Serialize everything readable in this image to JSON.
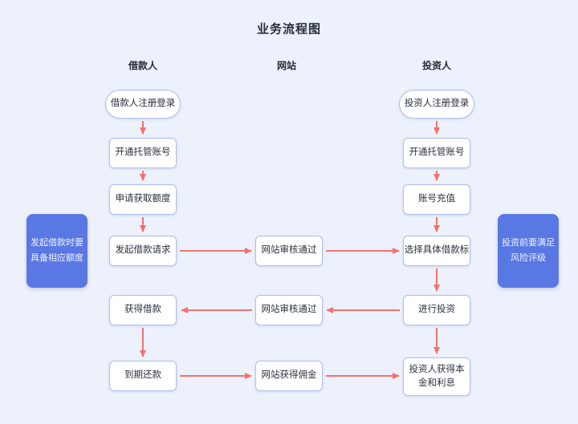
{
  "title": "业务流程图",
  "lanes": [
    {
      "label": "借款人"
    },
    {
      "label": "网站"
    },
    {
      "label": "投资人"
    }
  ],
  "nodes": {
    "borrower": [
      {
        "label": "借款人注册登录",
        "shape": "stadium"
      },
      {
        "label": "开通托管账号",
        "shape": "rect"
      },
      {
        "label": "申请获取额度",
        "shape": "rect"
      },
      {
        "label": "发起借款请求",
        "shape": "rect"
      },
      {
        "label": "获得借款",
        "shape": "rect"
      },
      {
        "label": "到期还款",
        "shape": "rect"
      }
    ],
    "website": [
      {
        "label": "网站审核通过",
        "shape": "rect"
      },
      {
        "label": "网站审核通过",
        "shape": "rect"
      },
      {
        "label": "网站获得佣金",
        "shape": "rect"
      }
    ],
    "investor": [
      {
        "label": "投资人注册登录",
        "shape": "stadium"
      },
      {
        "label": "开通托管账号",
        "shape": "rect"
      },
      {
        "label": "账号充值",
        "shape": "rect"
      },
      {
        "label": "选择具体借款标",
        "shape": "rect"
      },
      {
        "label": "进行投资",
        "shape": "rect"
      },
      {
        "label": "投资人获得本\n金和利息",
        "shape": "rect"
      }
    ],
    "notes": [
      {
        "label": "发起借款时要\n具备相应额度"
      },
      {
        "label": "投资前要满足\n风险评级"
      }
    ]
  },
  "edges": [
    {
      "from": "借款人注册登录",
      "to": "开通托管账号"
    },
    {
      "from": "开通托管账号(借款人)",
      "to": "申请获取额度"
    },
    {
      "from": "申请获取额度",
      "to": "发起借款请求"
    },
    {
      "from": "发起借款请求",
      "to": "网站审核通过"
    },
    {
      "from": "网站审核通过",
      "to": "选择具体借款标"
    },
    {
      "from": "投资人注册登录",
      "to": "开通托管账号"
    },
    {
      "from": "开通托管账号(投资人)",
      "to": "账号充值"
    },
    {
      "from": "账号充值",
      "to": "选择具体借款标"
    },
    {
      "from": "选择具体借款标",
      "to": "进行投资"
    },
    {
      "from": "进行投资",
      "to": "网站审核通过"
    },
    {
      "from": "网站审核通过",
      "to": "获得借款"
    },
    {
      "from": "获得借款",
      "to": "到期还款"
    },
    {
      "from": "到期还款",
      "to": "网站获得佣金"
    },
    {
      "from": "网站获得佣金",
      "to": "投资人获得本金和利息"
    }
  ],
  "colors": {
    "background": "#edf1fb",
    "node_fill": "#ffffff",
    "node_border": "#aebfee",
    "arrow": "#f4726e",
    "note_fill": "#5a78e4",
    "note_text": "#edf1ff",
    "text": "#262c3d"
  }
}
